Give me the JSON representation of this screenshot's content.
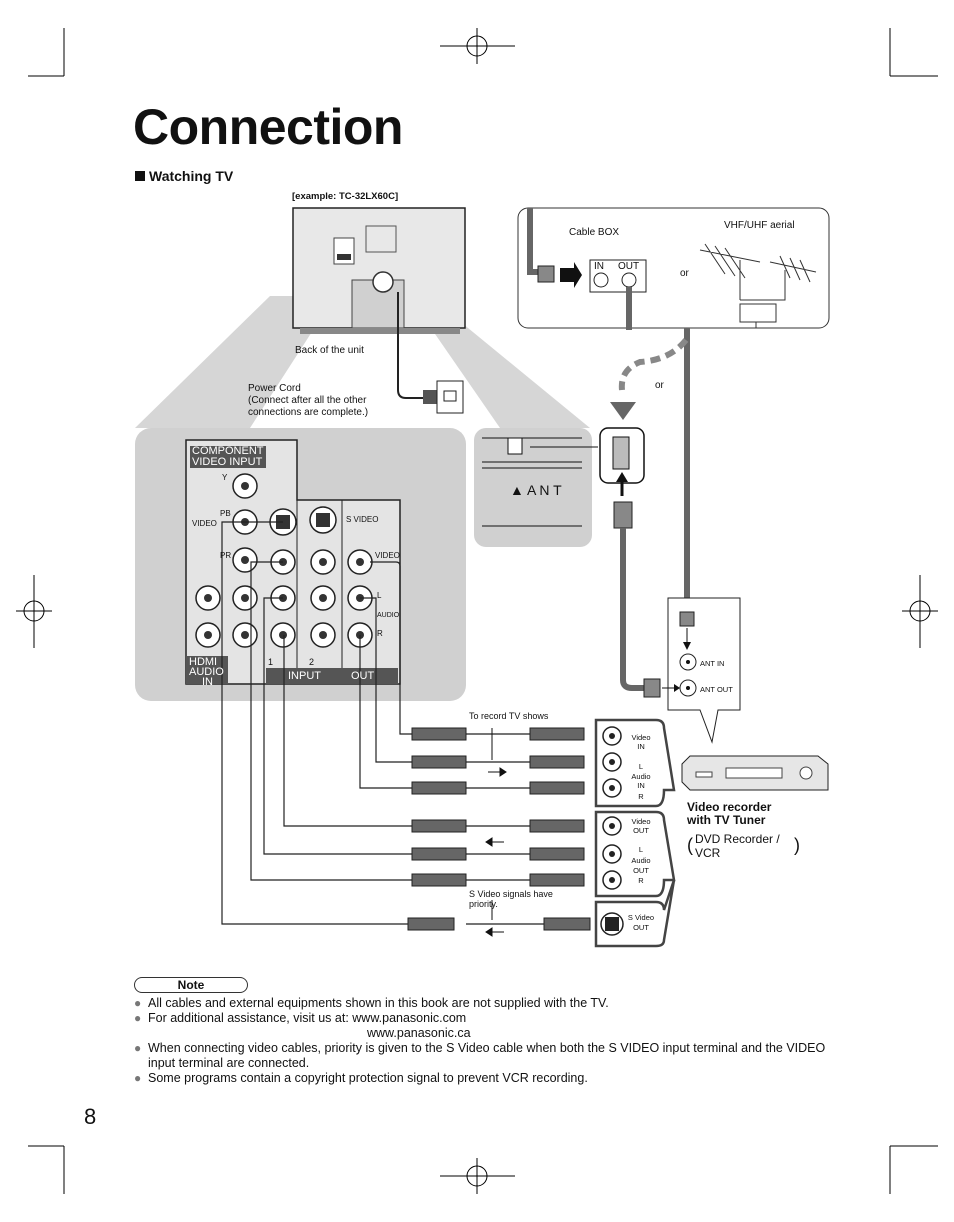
{
  "page": {
    "title": "Connection",
    "section_heading": "Watching TV",
    "page_number": "8"
  },
  "tv_back": {
    "example_label": "[example: TC-32LX60C]",
    "caption": "Back of the unit",
    "power_cord_label": "Power Cord",
    "power_cord_note_1": "(Connect after all the other",
    "power_cord_note_2": "connections are complete.)"
  },
  "terminal_panel": {
    "component_label_1": "COMPONENT",
    "component_label_2": "VIDEO INPUT",
    "y": "Y",
    "pb": "PB",
    "pr": "PR",
    "video_side": "VIDEO",
    "s_video": "S VIDEO",
    "video_out": "VIDEO",
    "audio": "AUDIO",
    "l": "L",
    "r": "R",
    "hdmi_1": "HDMI",
    "hdmi_2": "AUDIO",
    "hdmi_3": "IN",
    "input_1": "1",
    "input_2": "2",
    "input": "INPUT",
    "out": "OUT",
    "ant": "▲ A N T"
  },
  "antenna": {
    "cable_box": "Cable BOX",
    "in": "IN",
    "out": "OUT",
    "or_1": "or",
    "aerial": "VHF/UHF aerial",
    "or_2": "or"
  },
  "vcr": {
    "ant_in": "ANT IN",
    "ant_out": "ANT OUT",
    "to_record": "To record TV shows",
    "s_video_priority_1": "S Video signals have",
    "s_video_priority_2": "priority.",
    "video_in_1": "Video",
    "video_in_2": "IN",
    "l_in": "L",
    "audio_in_1": "Audio",
    "audio_in_2": "IN",
    "r_in": "R",
    "video_out_1": "Video",
    "video_out_2": "OUT",
    "l_out": "L",
    "audio_out_1": "Audio",
    "audio_out_2": "OUT",
    "r_out": "R",
    "svideo_out_1": "S Video",
    "svideo_out_2": "OUT",
    "recorder_title_1": "Video recorder",
    "recorder_title_2": "with TV Tuner",
    "recorder_type_1": "DVD Recorder /",
    "recorder_type_2": "VCR"
  },
  "notes": {
    "heading": "Note",
    "items": [
      "All cables and external equipments shown in this book are not supplied with the TV.",
      "For additional assistance, visit us at: www.panasonic.com",
      "When connecting video cables, priority is given to the S Video cable when both the S VIDEO input terminal and the VIDEO input terminal are connected.",
      "Some programs contain a copyright protection signal to prevent VCR recording."
    ],
    "url_2": "www.panasonic.ca"
  }
}
